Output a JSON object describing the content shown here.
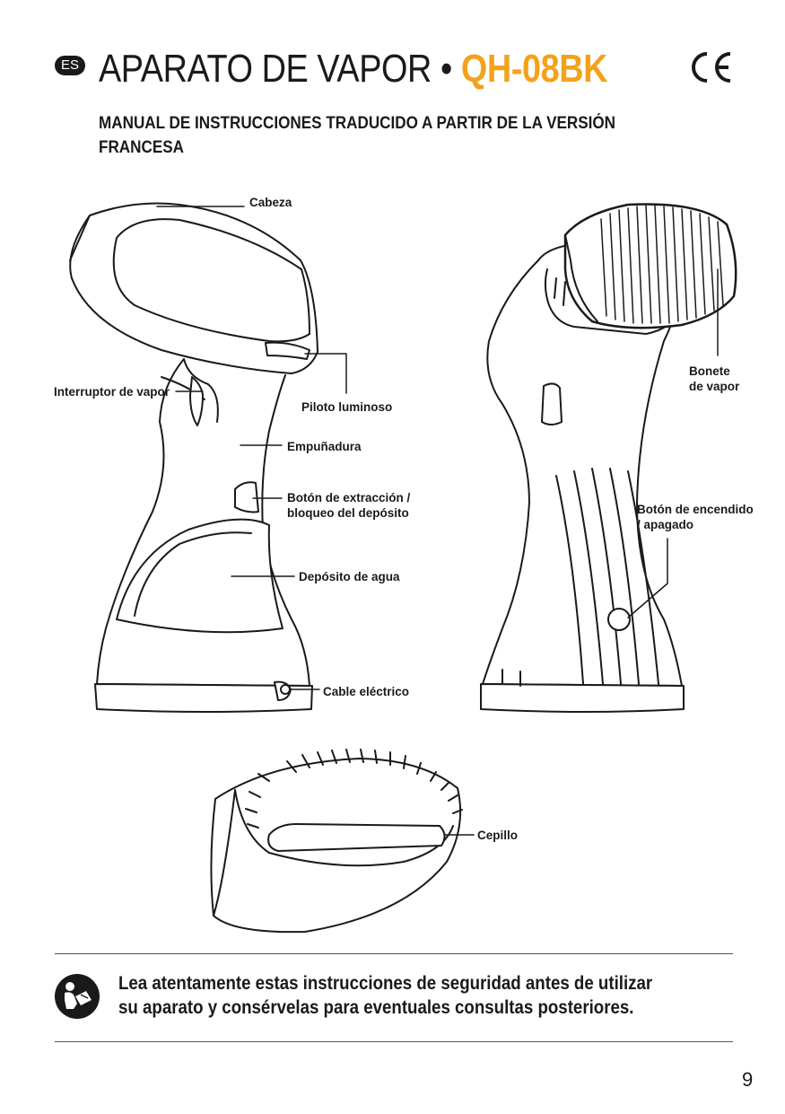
{
  "header": {
    "lang_badge": "ES",
    "title_prefix": "APARATO DE VAPOR • ",
    "title_model": "QH-08BK",
    "subtitle": "MANUAL DE INSTRUCCIONES TRADUCIDO A PARTIR DE LA VERSIÓN FRANCESA"
  },
  "labels": {
    "head": "Cabeza",
    "steam_switch": "Interruptor de vapor",
    "indicator_light": "Piloto luminoso",
    "handle": "Empuñadura",
    "tank_release_1": "Botón de extracción /",
    "tank_release_2": "bloqueo del depósito",
    "water_tank": "Depósito de agua",
    "power_cord": "Cable eléctrico",
    "steam_cap_1": "Bonete",
    "steam_cap_2": "de vapor",
    "power_button_1": "Botón de encendido",
    "power_button_2": "/ apagado",
    "brush": "Cepillo"
  },
  "notice": {
    "line1": "Lea atentamente estas instrucciones de seguridad antes de utilizar",
    "line2": "su aparato y consérvelas para eventuales consultas posteriores."
  },
  "page_number": "9",
  "colors": {
    "accent": "#f3a21c",
    "ink": "#1a1a1a"
  },
  "icons": [
    "ce-mark-icon",
    "read-manual-icon"
  ]
}
